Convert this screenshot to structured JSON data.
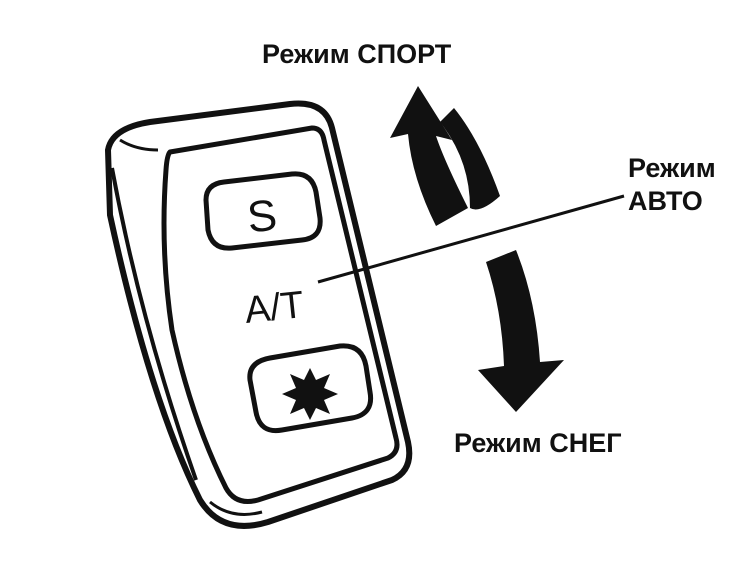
{
  "labels": {
    "sport": "Режим СПОРТ",
    "auto_line1": "Режим",
    "auto_line2": "АВТО",
    "snow": "Режим СНЕГ"
  },
  "switch": {
    "top_button": "S",
    "middle_label": "A/T"
  },
  "icons": {
    "top_arrow": "curved-arrow-up-icon",
    "bottom_arrow": "curved-arrow-down-icon",
    "snowflake": "snowflake-icon"
  },
  "colors": {
    "ink": "#111111",
    "background": "#ffffff"
  }
}
